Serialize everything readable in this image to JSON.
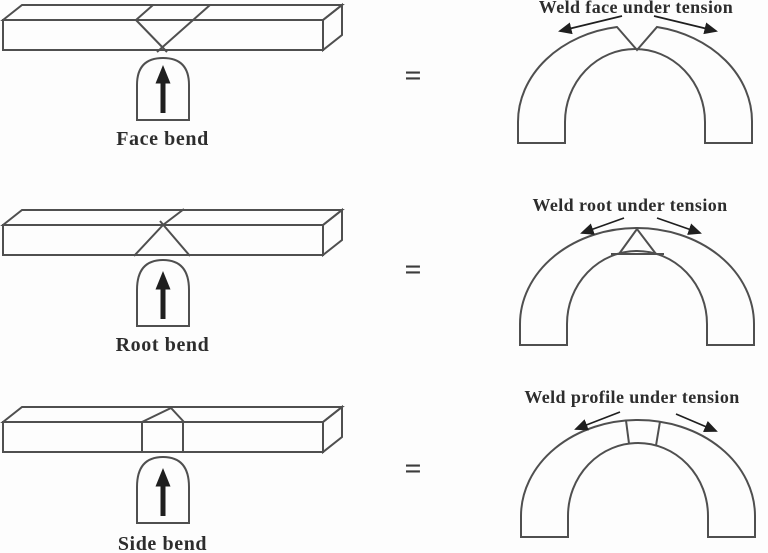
{
  "figure": {
    "description_domain": "weld bend test diagram",
    "colors": {
      "line": "#4f4f4f",
      "ink": "#1f1f1f",
      "text": "#2d2d2d",
      "background": "#fdfdfd"
    },
    "rows": [
      {
        "id": "face-bend",
        "bend_label": "Face bend",
        "equals": "=",
        "tension_label": "Weld face under tension"
      },
      {
        "id": "root-bend",
        "bend_label": "Root bend",
        "equals": "=",
        "tension_label": "Weld root under tension"
      },
      {
        "id": "side-bend",
        "bend_label": "Side bend",
        "equals": "=",
        "tension_label": "Weld profile under tension"
      }
    ]
  }
}
